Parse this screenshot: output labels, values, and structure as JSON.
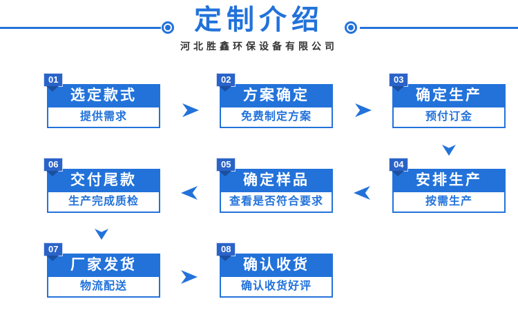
{
  "header": {
    "title": "定制介绍",
    "subtitle": "河北胜鑫环保设备有限公司"
  },
  "colors": {
    "primary": "#2272DA",
    "badge": "#2A63C8",
    "chevron": "#1B4FA0",
    "subtitle": "#333333"
  },
  "icons": {
    "ring_bullet": "circle-with-dot ◉ (CSS ring)",
    "arrow_right": "notched right triangle ➤ (CSS clip-path)",
    "arrow_left": "notched left triangle (CSS clip-path)",
    "arrow_down": "notched down triangle ▼ (CSS clip-path)",
    "badge_fold": "dark chevron under number badge (CSS border triangle)"
  },
  "steps": [
    {
      "num": "01",
      "title": "选定款式",
      "desc": "提供需求"
    },
    {
      "num": "02",
      "title": "方案确定",
      "desc": "免费制定方案"
    },
    {
      "num": "03",
      "title": "确定生产",
      "desc": "预付订金"
    },
    {
      "num": "04",
      "title": "安排生产",
      "desc": "按需生产"
    },
    {
      "num": "05",
      "title": "确定样品",
      "desc": "查看是否符合要求"
    },
    {
      "num": "06",
      "title": "交付尾款",
      "desc": "生产完成质检"
    },
    {
      "num": "07",
      "title": "厂家发货",
      "desc": "物流配送"
    },
    {
      "num": "08",
      "title": "确认收货",
      "desc": "确认收货好评"
    }
  ],
  "flow_order": [
    "01",
    "02",
    "03",
    "04",
    "05",
    "06",
    "07",
    "08"
  ],
  "arrow_directions": [
    "right",
    "right",
    "down",
    "left",
    "left",
    "down",
    "right"
  ]
}
